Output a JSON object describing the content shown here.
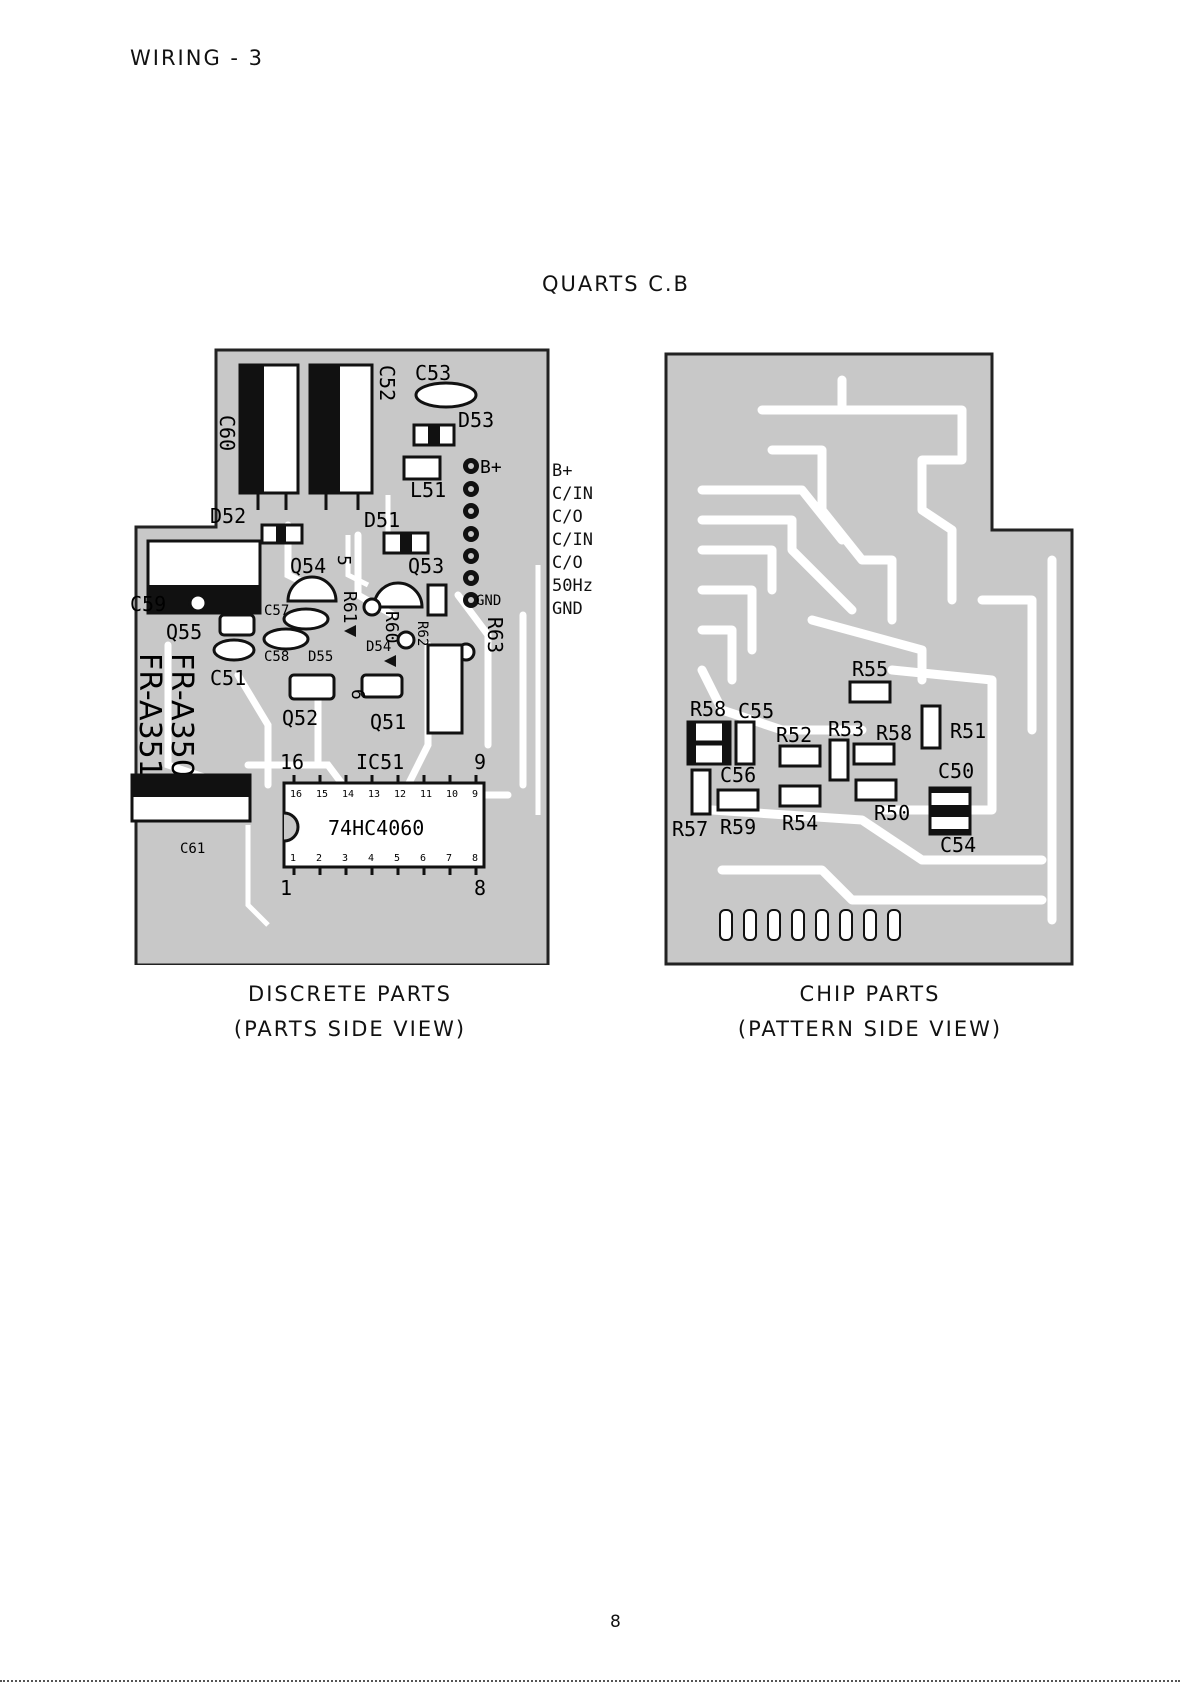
{
  "header": "WIRING - 3",
  "title": "QUARTS C.B",
  "page_number": "8",
  "discrete_board": {
    "caption_line1": "DISCRETE PARTS",
    "caption_line2": "(PARTS SIDE VIEW)",
    "model_line1": "FR-A351",
    "model_line2": "FR-A350",
    "ic_label": "IC51",
    "ic_part": "74HC4060",
    "ic_pins_top": [
      "16",
      "15",
      "14",
      "13",
      "12",
      "11",
      "10",
      "9"
    ],
    "ic_pins_bottom": [
      "1",
      "2",
      "3",
      "4",
      "5",
      "6",
      "7",
      "8"
    ],
    "pin1": "1",
    "pin8": "8",
    "pin16": "16",
    "pin9": "9",
    "connector_labels": [
      "B+",
      "C/IN",
      "C/O",
      "C/IN",
      "C/O",
      "50Hz",
      "GND"
    ],
    "components": {
      "c60": "C60",
      "c52": "C52",
      "c53": "C53",
      "d53": "D53",
      "b_plus": "B+",
      "l51": "L51",
      "d52": "D52",
      "d51": "D51",
      "q54": "Q54",
      "q53": "Q53",
      "r61": "R61",
      "r60": "R60",
      "r62": "R62",
      "gnd": "GND",
      "r63": "R63",
      "c59": "C59",
      "q55": "Q55",
      "c57": "C57",
      "c58": "C58",
      "d55": "D55",
      "d54": "D54",
      "c51": "C51",
      "q52": "Q52",
      "q51": "Q51",
      "c61": "C61",
      "n5": "5",
      "n6": "6"
    }
  },
  "chip_board": {
    "caption_line1": "CHIP PARTS",
    "caption_line2": "(PATTERN SIDE VIEW)",
    "labels": {
      "r55": "R55",
      "r58a": "R58",
      "c55": "C55",
      "r52": "R52",
      "r53": "R53",
      "r58b": "R58",
      "r51": "R51",
      "c56": "C56",
      "c50": "C50",
      "r57": "R57",
      "r59": "R59",
      "r54": "R54",
      "r50": "R50",
      "c54": "C54"
    }
  }
}
